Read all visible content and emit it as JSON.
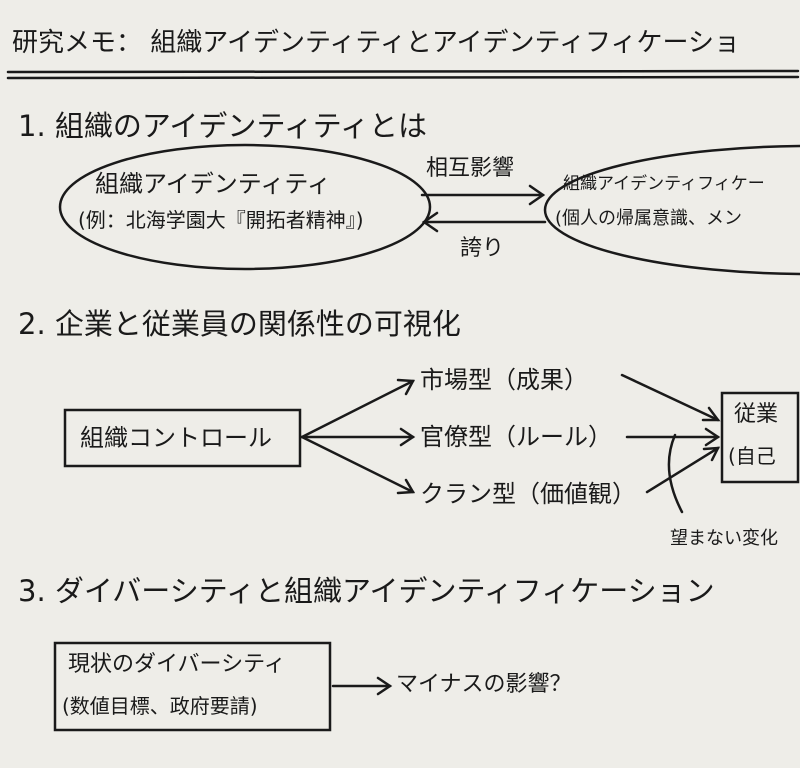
{
  "title": "研究メモ： 組織アイデンティティとアイデンティフィケーショ",
  "section1": {
    "heading": "1. 組織のアイデンティティとは",
    "left_bubble": {
      "line1": "組織アイデンティティ",
      "line2": "(例：北海学園大『開拓者精神』)"
    },
    "arrow_right_label": "相互影響",
    "arrow_left_label": "誇り",
    "right_bubble": {
      "line1": "組織アイデンティフィケー",
      "line2": "(個人の帰属意識、メン"
    }
  },
  "section2": {
    "heading": "2. 企業と従業員の関係性の可視化",
    "source_box": "組織コントロール",
    "types": [
      "市場型（成果）",
      "官僚型（ルール）",
      "クラン型（価値観）"
    ],
    "target_box": {
      "line1": "従業",
      "line2": "(自己"
    },
    "annotation": "望まない変化"
  },
  "section3": {
    "heading": "3. ダイバーシティと組織アイデンティフィケーション",
    "box": {
      "line1": "現状のダイバーシティ",
      "line2": "(数値目標、政府要請)"
    },
    "result": "マイナスの影響？"
  }
}
